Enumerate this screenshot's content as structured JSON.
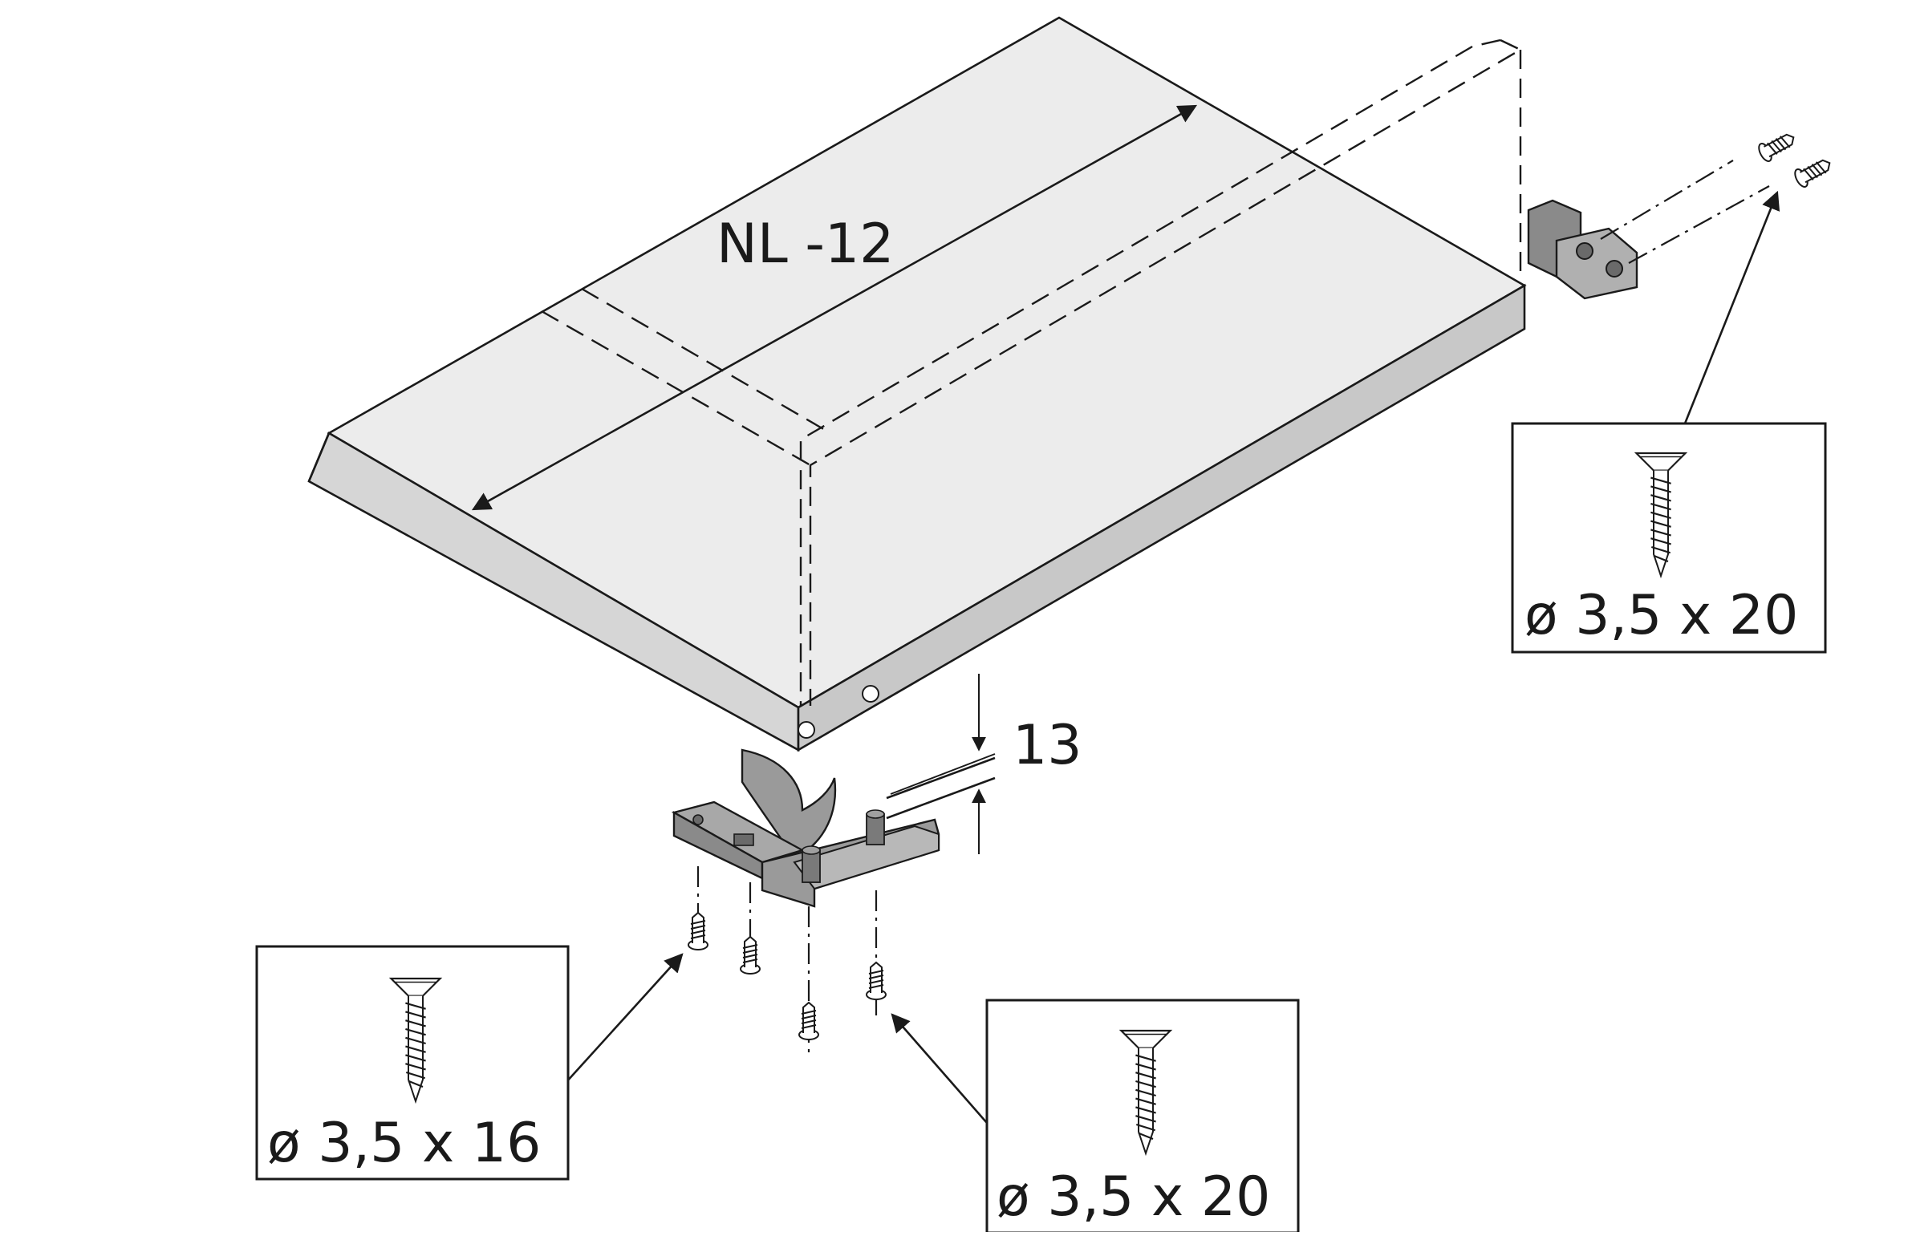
{
  "diagram": {
    "length_label": "NL -12",
    "height_dimension": "13",
    "callouts": [
      {
        "id": "rear-screw",
        "label": "ø 3,5 x 20"
      },
      {
        "id": "left-screw",
        "label": "ø 3,5 x 16"
      },
      {
        "id": "front-screw",
        "label": "ø 3,5 x 20"
      }
    ]
  },
  "colors": {
    "panel_top": "#ececec",
    "panel_side": "#c8c8c8",
    "part_dark": "#8a8a8a",
    "part_mid": "#b0b0b0",
    "line": "#1a1a1a"
  }
}
